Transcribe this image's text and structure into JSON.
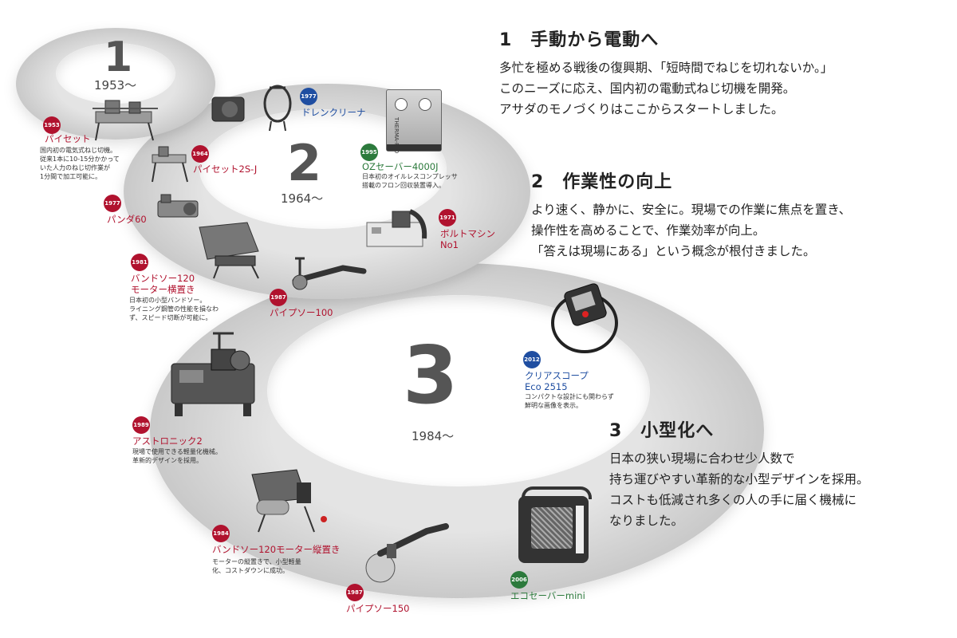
{
  "eras": [
    {
      "number": "1",
      "year": "1953〜"
    },
    {
      "number": "2",
      "year": "1964〜"
    },
    {
      "number": "3",
      "year": "1984〜"
    }
  ],
  "products": [
    {
      "year": "1953",
      "name": "パイセット",
      "desc": "国内初の電気式ねじ切機。\n従来1本に10-15分かかって\nいた人力のねじ切作業が\n1分間で加工可能に。",
      "color": "red"
    },
    {
      "year": "1964",
      "name": "パイセット2S-J",
      "desc": "",
      "color": "red"
    },
    {
      "year": "1977",
      "name": "ドレンクリーナ",
      "desc": "",
      "color": "blue"
    },
    {
      "year": "1995",
      "name": "OZセーバー4000J",
      "desc": "日本初のオイルレスコンプレッサ\n搭載のフロン回収装置導入。",
      "color": "green"
    },
    {
      "year": "1977",
      "name": "パンダ60",
      "desc": "",
      "color": "red"
    },
    {
      "year": "1971",
      "name": "ボルトマシン\nNo1",
      "desc": "",
      "color": "red"
    },
    {
      "year": "1981",
      "name": "バンドソー120\nモーター横置き",
      "desc": "日本初の小型バンドソー。\nライニング鋼管の性能を損なわ\nず、スピード切断が可能に。",
      "color": "red"
    },
    {
      "year": "1987",
      "name": "パイプソー100",
      "desc": "",
      "color": "red"
    },
    {
      "year": "2012",
      "name": "クリアスコープ\nEco 2515",
      "desc": "コンパクトな設計にも関わらず\n鮮明な画像を表示。",
      "color": "blue"
    },
    {
      "year": "1989",
      "name": "アストロニック2",
      "desc": "現場で使用できる軽量化機械。\n革新的デザインを採用。",
      "color": "red"
    },
    {
      "year": "1984",
      "name": "バンドソー120モーター縦置き",
      "desc": "モーターの縦置きで、小型軽量\n化、コストダウンに成功。",
      "color": "red"
    },
    {
      "year": "2006",
      "name": "エコセーバーmini",
      "desc": "",
      "color": "green"
    },
    {
      "year": "1987",
      "name": "パイプソー150",
      "desc": "",
      "color": "red"
    }
  ],
  "sections": [
    {
      "heading": "1　手動から電動へ",
      "body": "多忙を極める戦後の復興期、「短時間でねじを切れないか。」\nこのニーズに応え、国内初の電動式ねじ切機を開発。\nアサダのモノづくりはここからスタートしました。"
    },
    {
      "heading": "2　作業性の向上",
      "body": "より速く、静かに、安全に。現場での作業に焦点を置き、\n操作性を高めることで、作業効率が向上。\n「答えは現場にある」という概念が根付きました。"
    },
    {
      "heading": "3　小型化へ",
      "body": "日本の狭い現場に合わせ少人数で\n持ち運びやすい革新的な小型デザインを採用。\nコストも低減され多くの人の手に届く機械に\nなりました。"
    }
  ],
  "machine_labels": {
    "thermo": "THERMA-FLO"
  },
  "colors": {
    "red": "#b0122e",
    "blue": "#1f4ea1",
    "green": "#2c7a3c",
    "ring": "#d6d6d6"
  }
}
